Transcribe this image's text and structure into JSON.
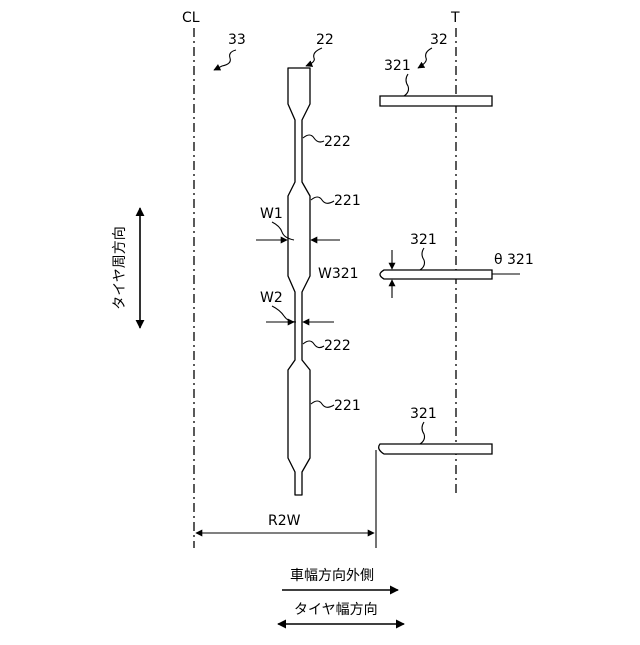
{
  "labels": {
    "cl": "CL",
    "t": "T",
    "ref_33": "33",
    "ref_22": "22",
    "ref_32": "32",
    "ref_321_top": "321",
    "ref_222_upper": "222",
    "ref_221_upper": "221",
    "ref_w1": "W1",
    "ref_321_mid": "321",
    "ref_theta": "θ 321",
    "ref_w321": "W321",
    "ref_w2": "W2",
    "ref_222_lower": "222",
    "ref_221_lower": "221",
    "ref_321_bottom": "321",
    "ref_r2w": "R2W",
    "dir_tire_circumferential": "タイヤ周方向",
    "dir_vehicle_width_outside": "車幅方向外側",
    "dir_tire_width": "タイヤ幅方向"
  }
}
